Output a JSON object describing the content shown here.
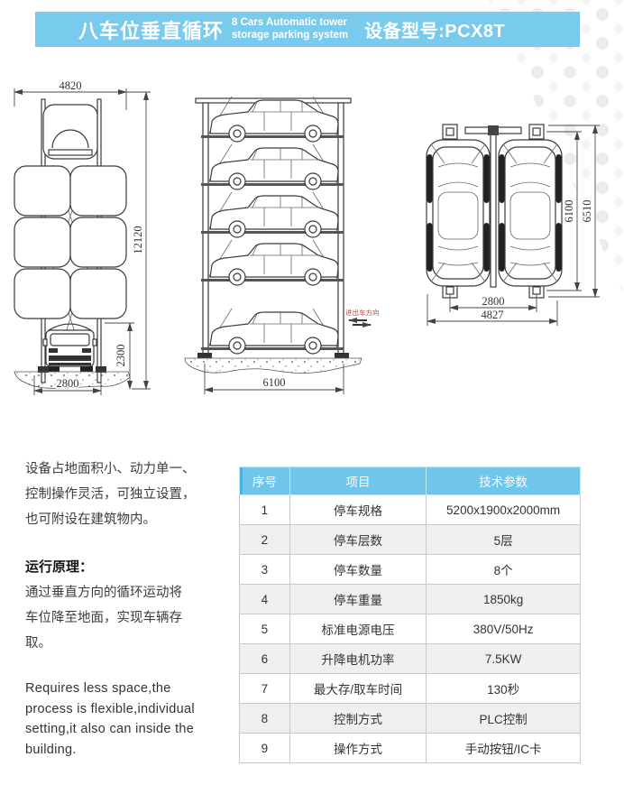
{
  "header": {
    "title": "八车位垂直循环",
    "subtitle_line1": "8 Cars Automatic tower",
    "subtitle_line2": "storage parking system",
    "model": "设备型号:PCX8T",
    "banner_color": "#79cbee"
  },
  "diagrams": {
    "front": {
      "dim_width_top": "4820",
      "dim_height_total": "12120",
      "dim_height_entry": "2300",
      "dim_width_entry": "2800"
    },
    "side": {
      "dim_width": "6100",
      "direction_label": "进出车方向"
    },
    "top": {
      "dim_length_inner": "6100",
      "dim_length_outer": "6510",
      "dim_width_inner": "2800",
      "dim_width_outer": "4827"
    }
  },
  "description": {
    "para1_lines": [
      "设备占地面积小、动力单一、",
      "控制操作灵活，可独立设置，",
      "也可附设在建筑物内。"
    ],
    "principle_heading": "运行原理：",
    "para2_lines": [
      "通过垂直方向的循环运动将",
      "车位降至地面，实现车辆存",
      "取。"
    ],
    "para3_lines": [
      "Requires less space,the",
      "process is flexible,individual",
      "setting,it also can inside the",
      "building."
    ]
  },
  "table": {
    "header_bg": "#6fc6ea",
    "stripe_color": "#efefef",
    "columns": [
      "序号",
      "项目",
      "技术参数"
    ],
    "rows": [
      [
        "1",
        "停车规格",
        "5200x1900x2000mm"
      ],
      [
        "2",
        "停车层数",
        "5层"
      ],
      [
        "3",
        "停车数量",
        "8个"
      ],
      [
        "4",
        "停车重量",
        "1850kg"
      ],
      [
        "5",
        "标准电源电压",
        "380V/50Hz"
      ],
      [
        "6",
        "升降电机功率",
        "7.5KW"
      ],
      [
        "7",
        "最大存/取车时间",
        "130秒"
      ],
      [
        "8",
        "控制方式",
        "PLC控制"
      ],
      [
        "9",
        "操作方式",
        "手动按钮/IC卡"
      ]
    ]
  }
}
